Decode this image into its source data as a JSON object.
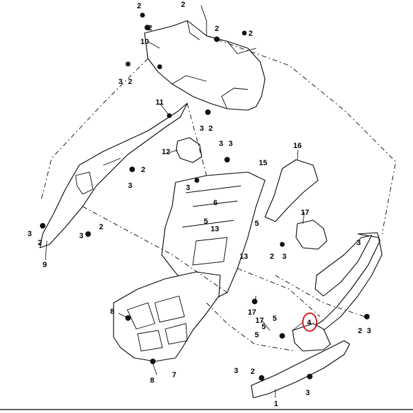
{
  "diagram": {
    "callouts": [
      "1",
      "2",
      "3",
      "4",
      "5",
      "6",
      "7",
      "8",
      "9",
      "10",
      "11",
      "12",
      "13",
      "15",
      "16",
      "17"
    ],
    "highlighted_callout": "4",
    "highlight_color": "#d21a1a",
    "label_color": "#000000",
    "background": "#ffffff"
  }
}
